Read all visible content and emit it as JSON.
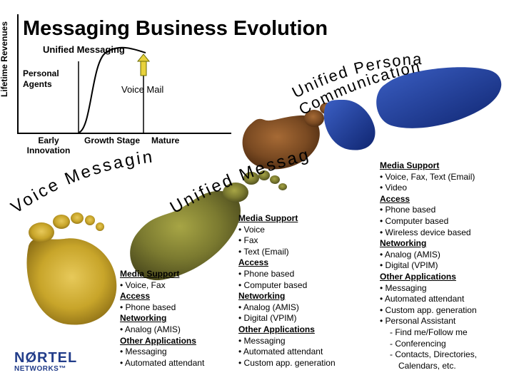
{
  "title": "Messaging Business Evolution",
  "y_axis_label": "Lifetime Revenues",
  "curve_label": "Unified Messaging",
  "stages": {
    "personal_agents": "Personal Agents",
    "voice_mail": "Voice Mail",
    "early_innovation": "Early Innovation",
    "growth": "Growth Stage",
    "mature": "Mature"
  },
  "arcs": {
    "voice_messaging": "Voice Messaging",
    "unified_messaging": "Unified Messaging",
    "unified_personal": "Unified Personal",
    "communications": "Communications"
  },
  "panels": [
    {
      "items": [
        {
          "kind": "h",
          "text": "Media Support"
        },
        {
          "kind": "i",
          "text": "• Voice, Fax"
        },
        {
          "kind": "h",
          "text": "Access"
        },
        {
          "kind": "i",
          "text": "• Phone based"
        },
        {
          "kind": "h",
          "text": "Networking"
        },
        {
          "kind": "i",
          "text": "• Analog (AMIS)"
        },
        {
          "kind": "h",
          "text": "Other Applications"
        },
        {
          "kind": "i",
          "text": "• Messaging"
        },
        {
          "kind": "i",
          "text": "• Automated attendant"
        }
      ]
    },
    {
      "items": [
        {
          "kind": "h",
          "text": "Media Support"
        },
        {
          "kind": "i",
          "text": "• Voice"
        },
        {
          "kind": "i",
          "text": "• Fax"
        },
        {
          "kind": "i",
          "text": "• Text (Email)"
        },
        {
          "kind": "h",
          "text": "Access"
        },
        {
          "kind": "i",
          "text": "• Phone based"
        },
        {
          "kind": "i",
          "text": "• Computer based"
        },
        {
          "kind": "h",
          "text": "Networking"
        },
        {
          "kind": "i",
          "text": "• Analog (AMIS)"
        },
        {
          "kind": "i",
          "text": "• Digital (VPIM)"
        },
        {
          "kind": "h",
          "text": "Other Applications"
        },
        {
          "kind": "i",
          "text": "• Messaging"
        },
        {
          "kind": "i",
          "text": "• Automated attendant"
        },
        {
          "kind": "i",
          "text": "• Custom app. generation"
        }
      ]
    },
    {
      "items": [
        {
          "kind": "h",
          "text": "Media Support"
        },
        {
          "kind": "i",
          "text": "• Voice, Fax, Text (Email)"
        },
        {
          "kind": "i",
          "text": "• Video"
        },
        {
          "kind": "h",
          "text": "Access"
        },
        {
          "kind": "i",
          "text": "• Phone based"
        },
        {
          "kind": "i",
          "text": "• Computer based"
        },
        {
          "kind": "i",
          "text": "• Wireless device based"
        },
        {
          "kind": "h",
          "text": "Networking"
        },
        {
          "kind": "i",
          "text": "• Analog (AMIS)"
        },
        {
          "kind": "i",
          "text": "• Digital (VPIM)"
        },
        {
          "kind": "h",
          "text": "Other Applications"
        },
        {
          "kind": "i",
          "text": "• Messaging"
        },
        {
          "kind": "i",
          "text": "• Automated attendant"
        },
        {
          "kind": "i",
          "text": "• Custom app. generation"
        },
        {
          "kind": "i",
          "text": "• Personal Assistant"
        },
        {
          "kind": "i",
          "text": "- Find me/Follow me"
        },
        {
          "kind": "i",
          "text": "- Conferencing"
        },
        {
          "kind": "i",
          "text": "- Contacts, Directories,"
        },
        {
          "kind": "i",
          "text": "Calendars, etc."
        }
      ]
    }
  ],
  "logo": {
    "line1": "NØRTEL",
    "line2": "NETWORKS™"
  },
  "colors": {
    "footprint_yellow": "#c8a52a",
    "footprint_olive": "#6f7a2e",
    "footprint_brown": "#7a4a22",
    "shoe_blue": "#1f3f9a",
    "logo_blue": "#223d8a"
  }
}
